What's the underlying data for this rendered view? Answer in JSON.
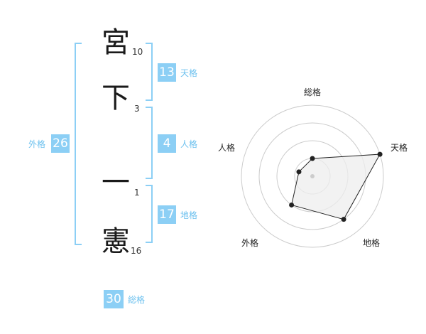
{
  "name": {
    "chars": [
      {
        "char": "宮",
        "strokes": "10"
      },
      {
        "char": "下",
        "strokes": "3"
      },
      {
        "char": "一",
        "strokes": "1"
      },
      {
        "char": "憲",
        "strokes": "16"
      }
    ]
  },
  "fortunes": {
    "tenkaku": {
      "value": "13",
      "label": "天格"
    },
    "jinkaku": {
      "value": "4",
      "label": "人格"
    },
    "chikaku": {
      "value": "17",
      "label": "地格"
    },
    "gaikaku": {
      "value": "26",
      "label": "外格"
    },
    "soukaku": {
      "value": "30",
      "label": "総格"
    }
  },
  "colors": {
    "accent": "#8ccff5",
    "accent_text": "#6fc2ef",
    "radar_fill": "#eeeeee",
    "radar_line": "#222222",
    "ring": "#cccccc"
  },
  "chart_data": {
    "type": "radar",
    "axes": [
      "総格",
      "天格",
      "地格",
      "外格",
      "人格"
    ],
    "values": [
      0.25,
      1.0,
      0.75,
      0.5,
      0.2
    ],
    "rings": 4
  }
}
